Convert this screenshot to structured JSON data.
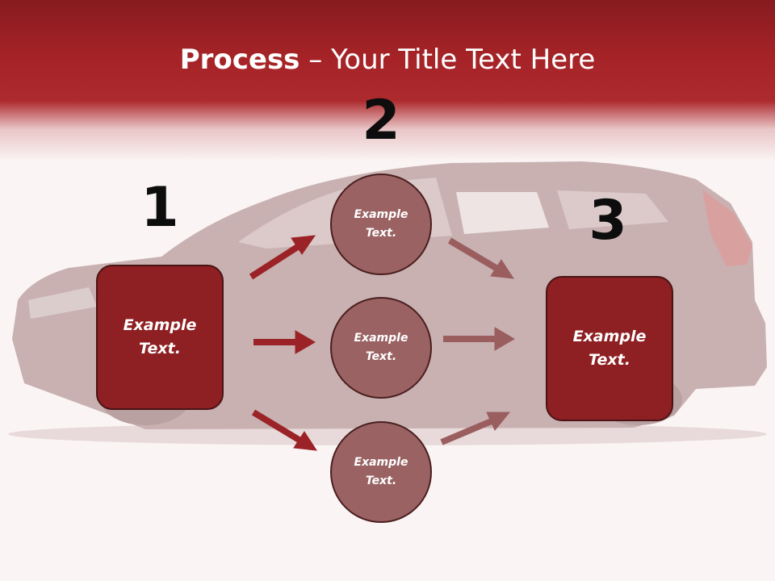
{
  "title": {
    "bold": "Process",
    "rest": " – Your Title Text Here"
  },
  "steps": {
    "one": "1",
    "two": "2",
    "three": "3"
  },
  "left_box": {
    "text": "Example Text."
  },
  "right_box": {
    "text": "Example Text."
  },
  "circles": [
    {
      "text": "Example Text."
    },
    {
      "text": "Example Text."
    },
    {
      "text": "Example Text."
    }
  ],
  "colors": {
    "header": "#a52327",
    "box": "#8e1f22",
    "circle": "#9a6263",
    "arrow_dark": "#9b2226",
    "arrow_light": "#9a5e5f"
  }
}
